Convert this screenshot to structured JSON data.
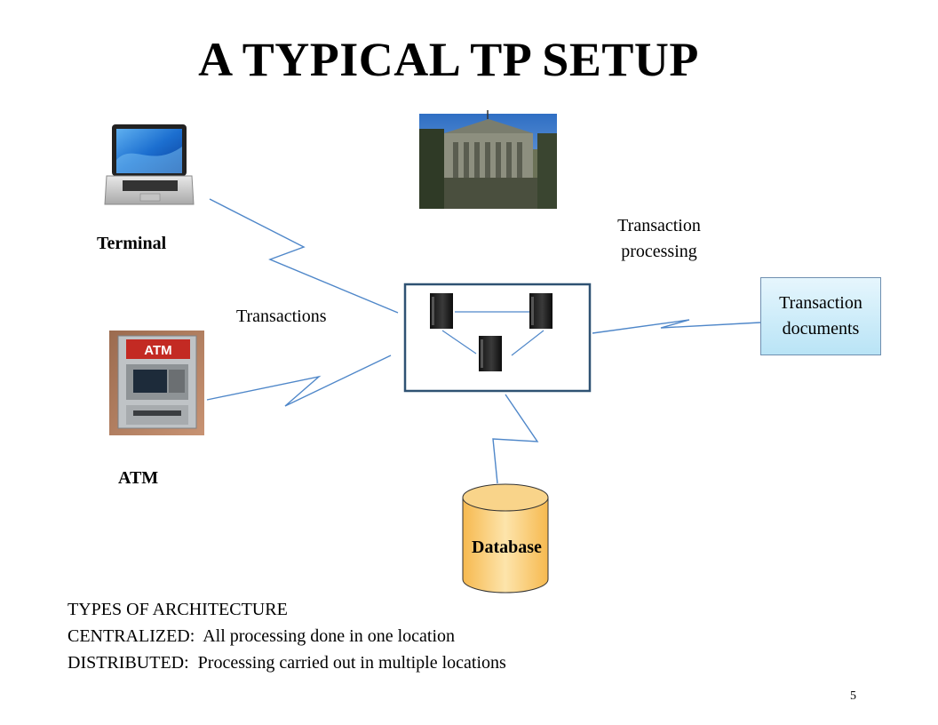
{
  "title": "A TYPICAL TP SETUP",
  "nodes": {
    "terminal_label": "Terminal",
    "atm_label": "ATM",
    "atm_sign": "ATM",
    "database_label": "Database",
    "transactions_label": "Transactions",
    "processing_label_line1": "Transaction",
    "processing_label_line2": "processing",
    "documents_label_line1": "Transaction",
    "documents_label_line2": "documents"
  },
  "architecture": {
    "heading": "TYPES OF ARCHITECTURE",
    "centralized": "CENTRALIZED:  All processing done in one location",
    "distributed": "DISTRIBUTED:  Processing carried out in multiple locations"
  },
  "page_number": "5",
  "colors": {
    "link_line": "#4f87c9",
    "server_frame": "#2f5273",
    "database_fill": "#f7c46a",
    "document_fill": "#c6ebfa"
  }
}
